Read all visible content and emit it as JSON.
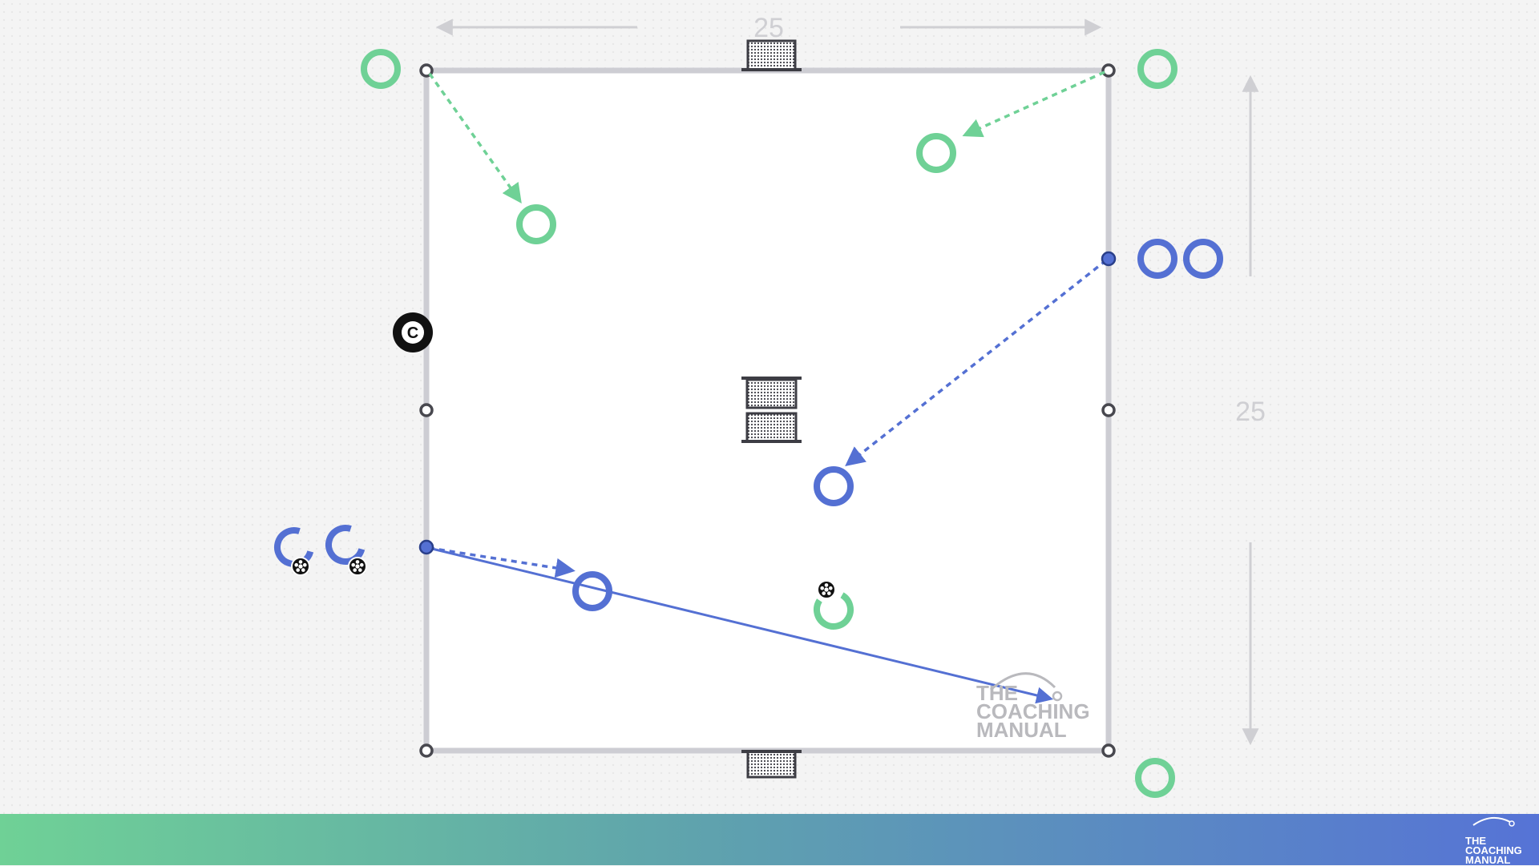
{
  "dimensions": {
    "width_label": "25",
    "height_label": "25"
  },
  "coach": {
    "letter": "C"
  },
  "watermark": {
    "line1": "THE",
    "line2": "COACHING",
    "line3": "MANUAL"
  },
  "footer_logo": {
    "line1": "THE",
    "line2": "COACHING",
    "line3": "MANUAL"
  },
  "colors": {
    "green_team": "#6fd196",
    "blue_team": "#5470d3",
    "pitch_line": "#cdcdd3",
    "goal": "#3d3d44"
  }
}
